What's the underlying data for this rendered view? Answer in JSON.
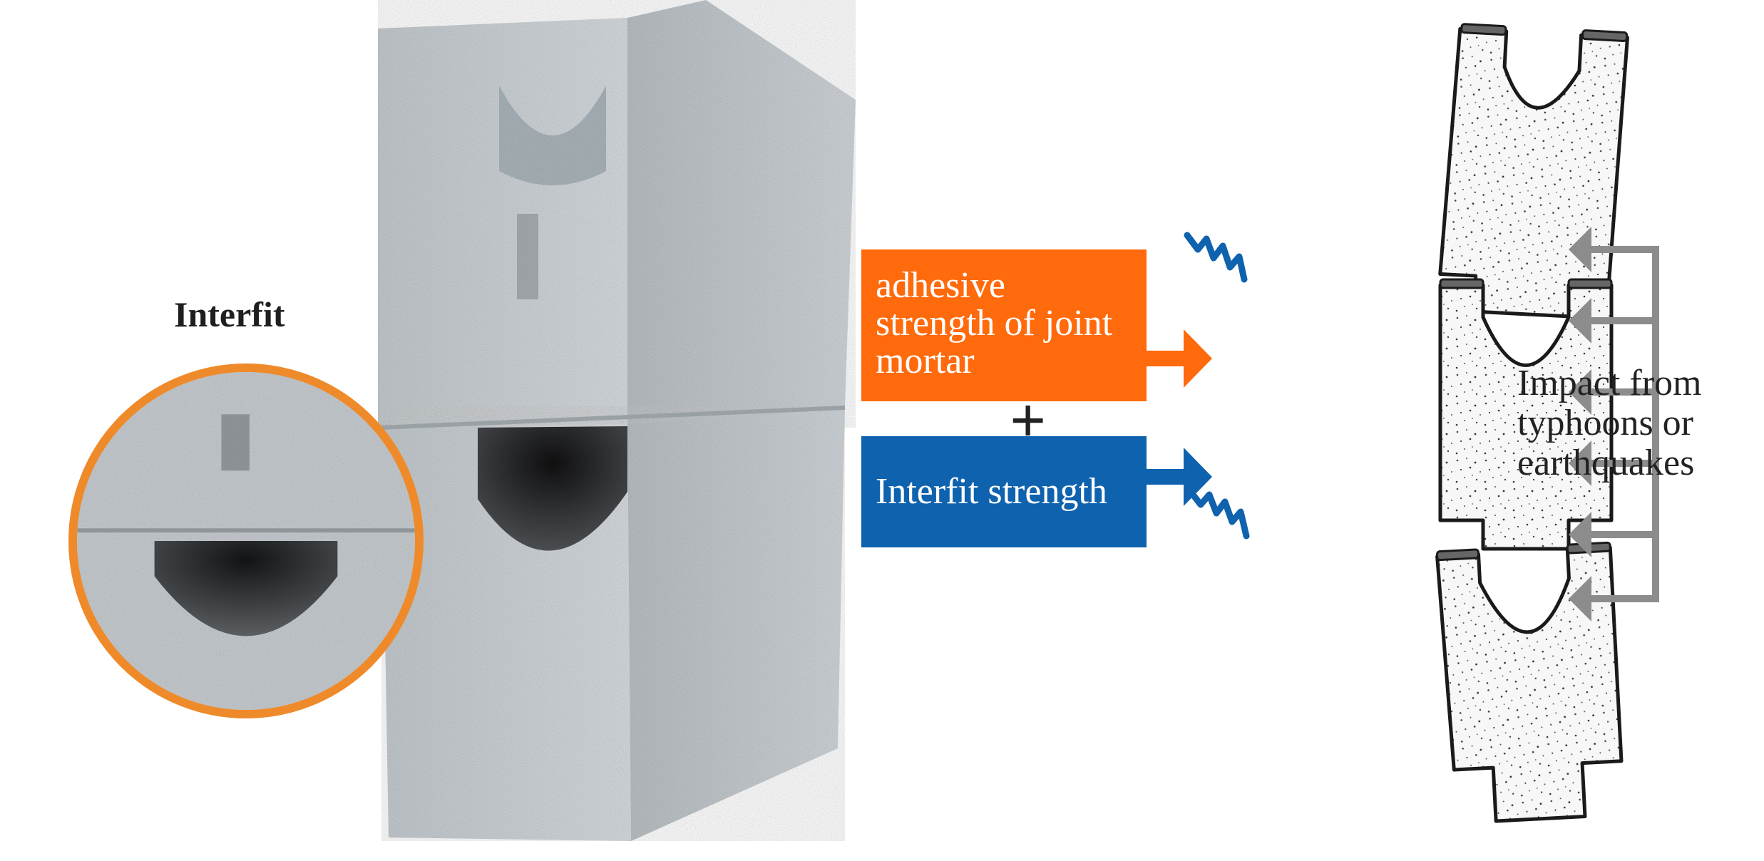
{
  "labels": {
    "interfit_title": "Interfit",
    "adhesive_callout": "adhesive strength of joint mortar",
    "interfit_callout": "Interfit strength",
    "plus_sign": "+",
    "impact": "Impact from typhoons or earthquakes"
  },
  "colors": {
    "orange": "#ff6a0c",
    "zoom_ring": "#ef8a2a",
    "blue": "#0f62ae",
    "arrow_gray": "#8c8c8c",
    "block_fill": "#f6f6f6",
    "block_stroke": "#1a1a1a"
  },
  "icons": {
    "force_arrows": "left-arrow-icon",
    "crack_marks": "zigzag-crack-icon",
    "pointer_arrows": "right-arrow-icon"
  }
}
